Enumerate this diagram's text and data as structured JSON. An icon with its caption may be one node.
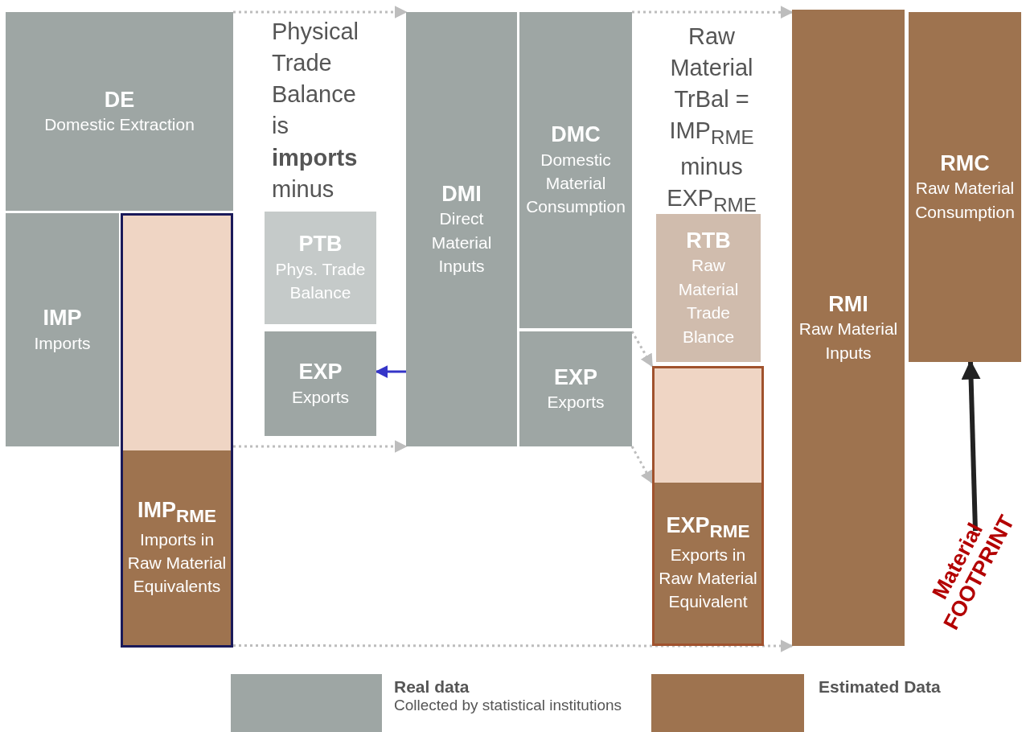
{
  "diagram": {
    "nodes": [
      {
        "text": [
          "DE",
          "Domestic Extraction"
        ]
      },
      {
        "text": [
          "IMP",
          "Imports"
        ]
      },
      {
        "text": [],
        "shape": "box"
      },
      {
        "text": [
          "IMP$_{RME}$",
          "Imports in Raw Material Equivalents"
        ]
      },
      {
        "text": [
          "PTB",
          "Phys. Trade Balance"
        ]
      },
      {
        "text": [
          "EXP",
          "Exports"
        ]
      },
      {
        "text": [
          "DMI",
          "Direct Material Inputs"
        ]
      },
      {
        "text": [
          "DMC",
          "Domestic Material Consumption"
        ]
      },
      {
        "text": [
          "EXP",
          "Exports"
        ]
      },
      {
        "text": [
          "RTB",
          "Raw Material Trade Blance"
        ]
      },
      {
        "text": [],
        "shape": "box"
      },
      {
        "text": [
          "EXP$_{RME}$",
          "Exports in Raw Material Equivalent"
        ]
      },
      {
        "text": [
          "RMI",
          "Raw Material Inputs"
        ]
      },
      {
        "text": [
          "RMC",
          "Raw Material Consumption"
        ]
      },
      {
        "text": [
          "Material FOOTPRINT"
        ]
      }
    ],
    "edges": [
      {
        "from": 0,
        "to": 6,
        "arrow": "to",
        "style": "dashed"
      },
      {
        "from": 2,
        "to": 6,
        "arrow": "to",
        "style": "dashed"
      },
      {
        "from": 7,
        "to": 12,
        "arrow": "to",
        "style": "dashed"
      },
      {
        "from": 8,
        "to": 10,
        "arrow": "to",
        "style": "dashed"
      },
      {
        "from": 8,
        "to": 11,
        "arrow": "to",
        "style": "dashed"
      },
      {
        "from": 3,
        "to": 12,
        "arrow": "to",
        "style": "dashed"
      },
      {
        "from": 6,
        "to": 5,
        "arrow": "to",
        "color": "#3535c8"
      },
      {
        "from": 14,
        "to": 13,
        "arrow": "to",
        "style": "thick",
        "color": "#222222"
      }
    ],
    "labels": [
      "Physical Trade Balance is **imports** minus",
      "Raw Material TrBal = IMP$_{RME}$ minus EXP$_{RME}$"
    ],
    "legend": [
      {
        "text": "**Real data** Collected by statistical institutions",
        "color": "#9ea6a4"
      },
      {
        "text": "**Estimated Data**",
        "color": "#9e734f"
      }
    ]
  }
}
